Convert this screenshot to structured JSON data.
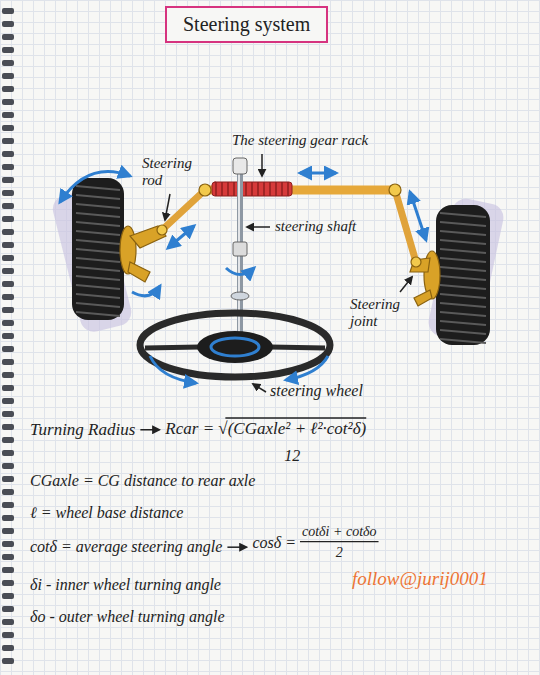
{
  "diagram": {
    "title": "Steering system",
    "labels": [
      "The steering gear rack",
      "Steering rod",
      "steering shaft",
      "Steering joint",
      "steering wheel",
      "Turning Radius",
      "Rcar = √(CGaxle² + ℓ²·cot²δ)",
      "12",
      "CGaxle = CG distance to rear axle",
      "ℓ = wheel base distance",
      "cotδ = average steering angle",
      "cosδ =",
      "cotδi + cotδo",
      "2",
      "δi - inner wheel turning angle",
      "follow@jurij0001",
      "δo - outer wheel turning angle"
    ]
  }
}
